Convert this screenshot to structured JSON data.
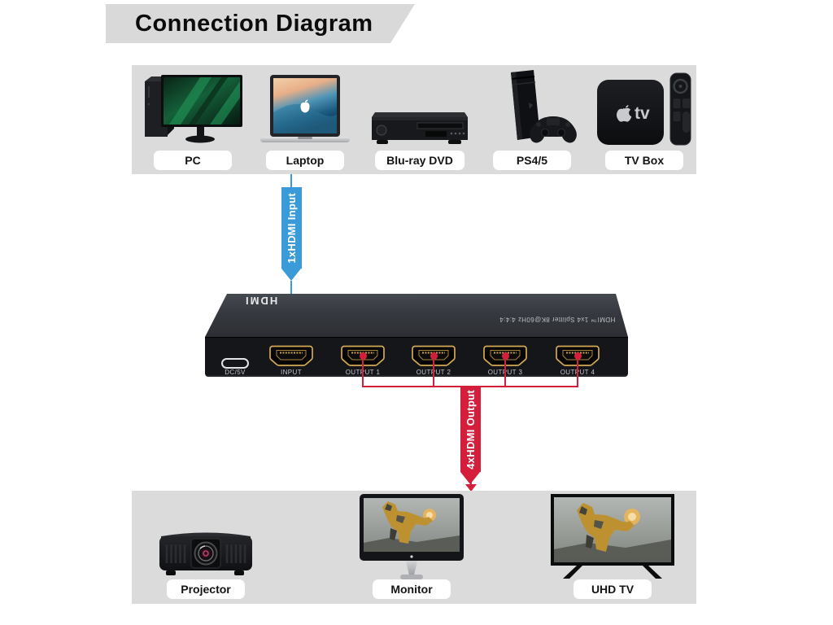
{
  "title": "Connection Diagram",
  "colors": {
    "band_bg": "#dbdbdb",
    "title_bg": "#d9d9d9",
    "input_blue": "#3b9ad8",
    "output_red": "#d41f3c",
    "device_body": "#15161a",
    "device_top": "#36393f",
    "hdmi_gold": "#d2a855"
  },
  "connections": {
    "input_label": "1xHDMI Input",
    "output_label": "4xHDMI Output"
  },
  "sources": [
    {
      "label": "PC",
      "icon": "desktop-pc-icon"
    },
    {
      "label": "Laptop",
      "icon": "laptop-icon"
    },
    {
      "label": "Blu-ray DVD",
      "icon": "bluray-player-icon"
    },
    {
      "label": "PS4/5",
      "icon": "game-console-icon"
    },
    {
      "label": "TV Box",
      "icon": "tv-box-icon",
      "device_text": "tv"
    }
  ],
  "splitter": {
    "brand_logo": "HDMI",
    "model_text": "HDMI™ 1x4 Splitter 8K@60Hz 4:4:4",
    "ports": [
      {
        "label": "DC/5V",
        "type": "usb-c-power"
      },
      {
        "label": "INPUT",
        "type": "hdmi-in"
      },
      {
        "label": "OUTPUT 1",
        "type": "hdmi-out"
      },
      {
        "label": "OUTPUT 2",
        "type": "hdmi-out"
      },
      {
        "label": "OUTPUT 3",
        "type": "hdmi-out"
      },
      {
        "label": "OUTPUT 4",
        "type": "hdmi-out"
      }
    ]
  },
  "sinks": [
    {
      "label": "Projector",
      "icon": "projector-icon"
    },
    {
      "label": "Monitor",
      "icon": "monitor-icon"
    },
    {
      "label": "UHD TV",
      "icon": "uhd-tv-icon"
    }
  ]
}
